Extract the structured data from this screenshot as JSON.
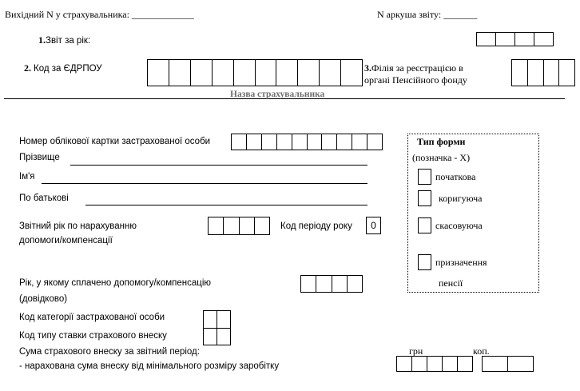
{
  "header": {
    "incoming_label": "Вихідний N у страхувальника: _____________",
    "sheet_label": "N аркуша звіту: _______"
  },
  "report_year": {
    "label": "Звіт за рік:",
    "num": "1."
  },
  "edrpou": {
    "label": "Код за ЄДРПОУ",
    "num": "2."
  },
  "branch": {
    "num": "3.",
    "label_line1": "Філія за реєстрацією в",
    "label_line2": "органі Пенсійного фонду"
  },
  "insurer_name_caption": "Назва страхувальника",
  "person": {
    "card_number_label": "Номер облікової картки застрахованої особи",
    "surname_label": "Прізвище",
    "name_label": "Ім'я",
    "patronymic_label": "По батькові"
  },
  "accrual": {
    "year_label_line1": "Звітний рік по нарахуванню",
    "year_label_line2": "допомоги/компенсації",
    "period_code_label": "Код періоду року",
    "period_code_value": "0"
  },
  "paid_year": {
    "label_line1": "Рік, у якому сплачено допомогу/компенсацію",
    "label_line2": "(довідково)"
  },
  "category_label": "Код категорії застрахованої особи",
  "rate_type_label": "Код типу  ставки страхового внеску",
  "sum_label": "Сума  страхового  внеску  за звітний період:",
  "min_sum_label": "- нарахована сума внеску від мінімального розміру    заробітку",
  "currency": {
    "uah": "грн",
    "kop": "коп."
  },
  "form_type": {
    "title": "Тип форми",
    "hint": "(позначка - Х)",
    "options": [
      "початкова",
      "коригуюча",
      "скасовуюча",
      "призначення"
    ],
    "option4_line2": "пенсії"
  }
}
